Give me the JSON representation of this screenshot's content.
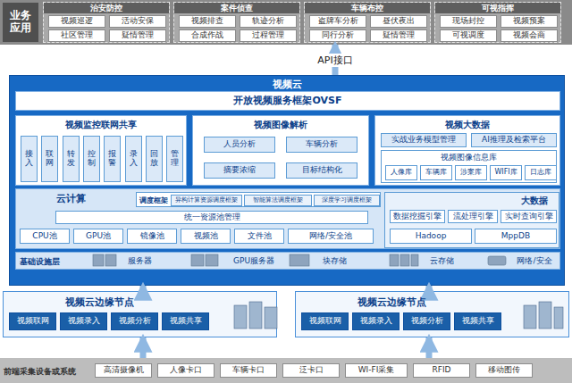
{
  "diagram": {
    "nodes": [
      {
        "text": [
          "业务应用"
        ]
      },
      {
        "text": [
          "治安防控"
        ],
        "in": 0
      },
      {
        "text": [
          "视频巡逻"
        ],
        "in": 1
      },
      {
        "text": [
          "活动安保"
        ],
        "in": 1
      },
      {
        "text": [
          "社区管理"
        ],
        "in": 1
      },
      {
        "text": [
          "疑情管理"
        ],
        "in": 1
      },
      {
        "text": [
          "案件侦查"
        ],
        "in": 0
      },
      {
        "text": [
          "视频排查"
        ],
        "in": 6
      },
      {
        "text": [
          "轨迹分析"
        ],
        "in": 6
      },
      {
        "text": [
          "合成作战"
        ],
        "in": 6
      },
      {
        "text": [
          "过程管理"
        ],
        "in": 6
      },
      {
        "text": [
          "车辆布控"
        ],
        "in": 0
      },
      {
        "text": [
          "盗牌车分析"
        ],
        "in": 11
      },
      {
        "text": [
          "昼伏夜出"
        ],
        "in": 11
      },
      {
        "text": [
          "同行分析"
        ],
        "in": 11
      },
      {
        "text": [
          "疑情管理"
        ],
        "in": 11
      },
      {
        "text": [
          "可视指挥"
        ],
        "in": 0
      },
      {
        "text": [
          "现场封控"
        ],
        "in": 16
      },
      {
        "text": [
          "视频预案"
        ],
        "in": 16
      },
      {
        "text": [
          "可视调度"
        ],
        "in": 16
      },
      {
        "text": [
          "视频会商"
        ],
        "in": 16
      },
      {
        "text": [
          "视频云"
        ]
      },
      {
        "text": [
          "开放视频服务框架OVSF"
        ],
        "in": 21
      },
      {
        "text": [
          "视频监控联网共享"
        ],
        "in": 21
      },
      {
        "text": [
          "接入"
        ],
        "in": 23
      },
      {
        "text": [
          "联网"
        ],
        "in": 23
      },
      {
        "text": [
          "转发"
        ],
        "in": 23
      },
      {
        "text": [
          "控制"
        ],
        "in": 23
      },
      {
        "text": [
          "报警"
        ],
        "in": 23
      },
      {
        "text": [
          "录入"
        ],
        "in": 23
      },
      {
        "text": [
          "回放"
        ],
        "in": 23
      },
      {
        "text": [
          "管理"
        ],
        "in": 23
      },
      {
        "text": [
          "视频图像解析"
        ],
        "in": 21
      },
      {
        "text": [
          "人员分析"
        ],
        "in": 32
      },
      {
        "text": [
          "车辆分析"
        ],
        "in": 32
      },
      {
        "text": [
          "摘要浓缩"
        ],
        "in": 32
      },
      {
        "text": [
          "目标结构化"
        ],
        "in": 32
      },
      {
        "text": [
          "视频大数据"
        ],
        "in": 21
      },
      {
        "text": [
          "实战业务模型管理"
        ],
        "in": 37
      },
      {
        "text": [
          "AI推理及检索平台"
        ],
        "in": 37
      },
      {
        "text": [
          "视频图像信息库"
        ],
        "in": 37
      },
      {
        "text": [
          "人像库"
        ],
        "in": 40
      },
      {
        "text": [
          "车辆库"
        ],
        "in": 40
      },
      {
        "text": [
          "涉案库"
        ],
        "in": 40
      },
      {
        "text": [
          "WIFI库"
        ],
        "in": 40
      },
      {
        "text": [
          "日志库"
        ],
        "in": 40
      },
      {
        "text": [
          "云计算"
        ],
        "in": 21
      },
      {
        "text": [
          "调度框架"
        ],
        "in": 46
      },
      {
        "text": [
          "异构计算资源调度框架"
        ],
        "in": 47
      },
      {
        "text": [
          "智能算法调度框架"
        ],
        "in": 47
      },
      {
        "text": [
          "深度学习调度框架"
        ],
        "in": 47
      },
      {
        "text": [
          "统一资源池管理"
        ],
        "in": 46
      },
      {
        "text": [
          "CPU池"
        ],
        "in": 46
      },
      {
        "text": [
          "GPU池"
        ],
        "in": 46
      },
      {
        "text": [
          "镜像池"
        ],
        "in": 46
      },
      {
        "text": [
          "视频池"
        ],
        "in": 46
      },
      {
        "text": [
          "文件池"
        ],
        "in": 46
      },
      {
        "text": [
          "网络/安全池"
        ],
        "in": 46
      },
      {
        "text": [
          "大数据"
        ],
        "in": 46
      },
      {
        "text": [
          "数据挖掘引擎"
        ],
        "in": 58
      },
      {
        "text": [
          "流处理引擎"
        ],
        "in": 58
      },
      {
        "text": [
          "实时查询引擎"
        ],
        "in": 58
      },
      {
        "text": [
          "Hadoop"
        ],
        "in": 58
      },
      {
        "text": [
          "MppDB"
        ],
        "in": 58
      },
      {
        "text": [
          "基础设施层"
        ],
        "in": 21
      },
      {
        "text": [
          "服务器"
        ],
        "in": 64
      },
      {
        "text": [
          "GPU服务器"
        ],
        "in": 64
      },
      {
        "text": [
          "块存储"
        ],
        "in": 64
      },
      {
        "text": [
          "云存储"
        ],
        "in": 64
      },
      {
        "text": [
          "网络/安全"
        ],
        "in": 64
      },
      {
        "text": [
          "视频云边缘节点"
        ]
      },
      {
        "text": [
          "视频联网"
        ],
        "in": 70
      },
      {
        "text": [
          "视频录入"
        ],
        "in": 70
      },
      {
        "text": [
          "视频分析"
        ],
        "in": 70
      },
      {
        "text": [
          "视频共享"
        ],
        "in": 70
      },
      {
        "text": [
          "视频云边缘节点"
        ]
      },
      {
        "text": [
          "视频联网"
        ],
        "in": 75
      },
      {
        "text": [
          "视频录入"
        ],
        "in": 75
      },
      {
        "text": [
          "视频分析"
        ],
        "in": 75
      },
      {
        "text": [
          "视频共享"
        ],
        "in": 75
      },
      {
        "text": [
          "前端采集设备或系统"
        ]
      },
      {
        "text": [
          "高清摄像机"
        ],
        "in": 80
      },
      {
        "text": [
          "人像卡口"
        ],
        "in": 80
      },
      {
        "text": [
          "车辆卡口"
        ],
        "in": 80
      },
      {
        "text": [
          "泛卡口"
        ],
        "in": 80
      },
      {
        "text": [
          "WI-FI采集"
        ],
        "in": 80
      },
      {
        "text": [
          "RFID"
        ],
        "in": 80
      },
      {
        "text": [
          "移动图传"
        ],
        "in": 80
      }
    ],
    "edges": [
      {
        "from": 80,
        "to": 70,
        "arrow": "to"
      },
      {
        "from": 80,
        "to": 75,
        "arrow": "to"
      },
      {
        "from": 70,
        "to": 21,
        "arrow": "to"
      },
      {
        "from": 75,
        "to": 21,
        "arrow": "to"
      },
      {
        "from": 21,
        "to": 0,
        "label": "API接口",
        "arrow": "to"
      }
    ]
  }
}
